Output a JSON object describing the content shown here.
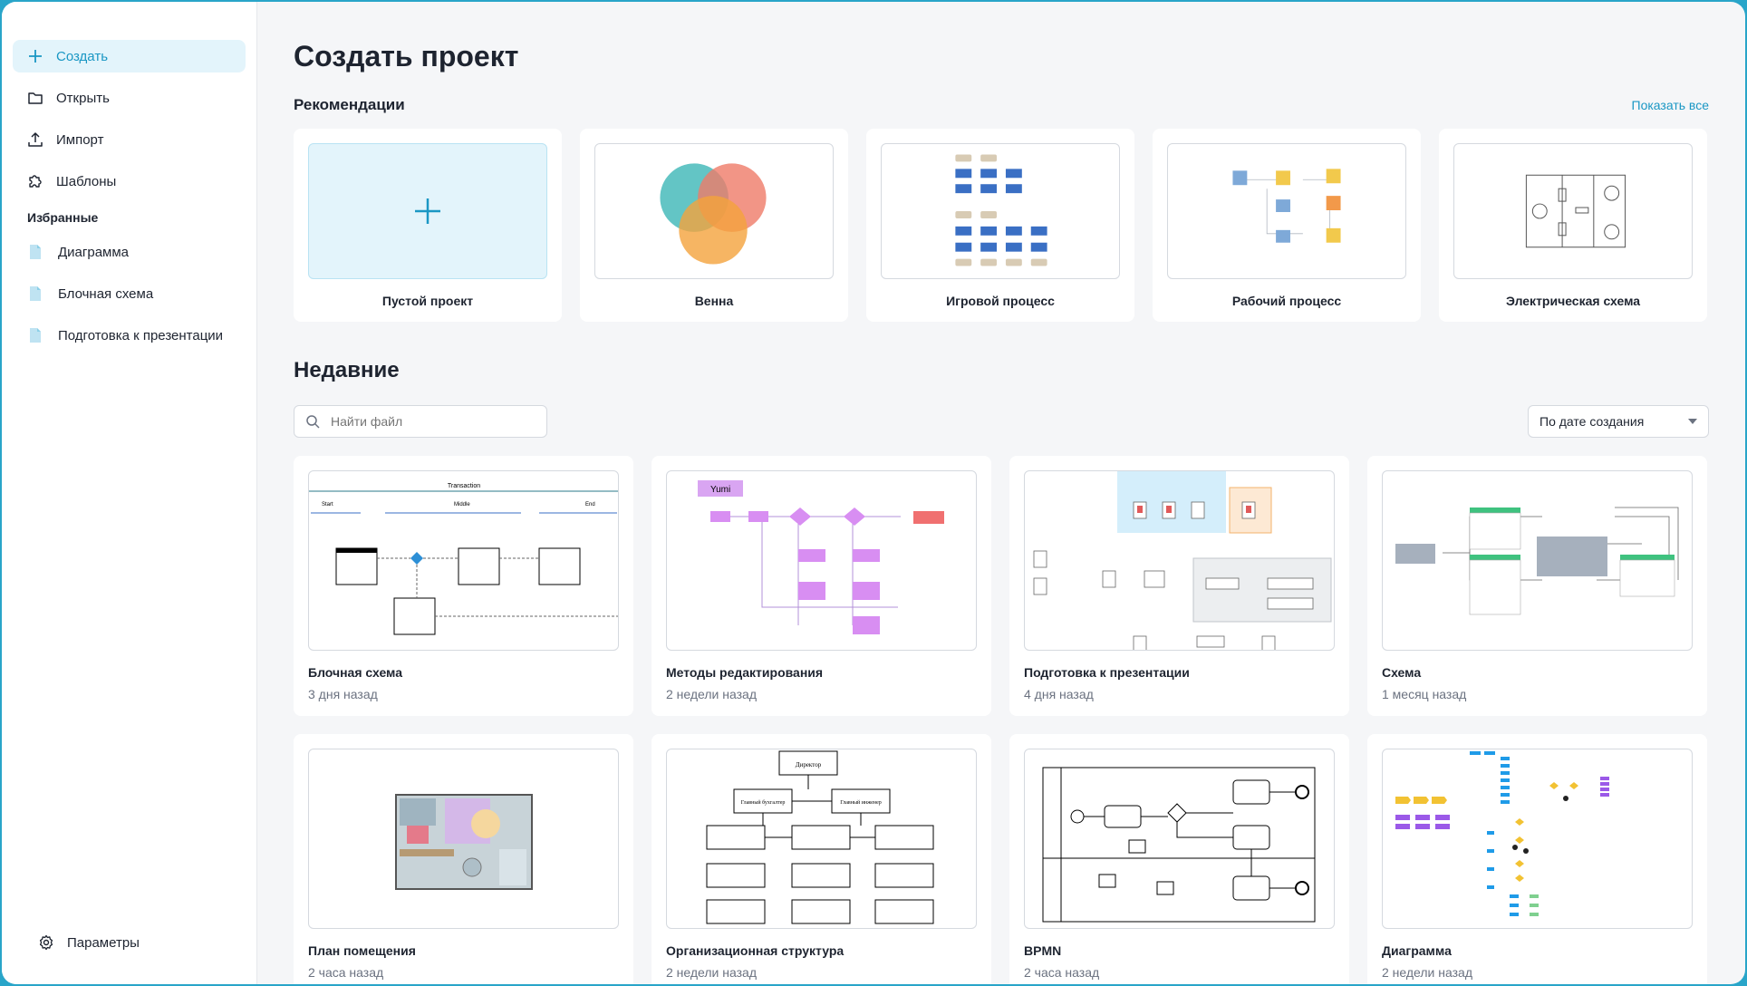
{
  "sidebar": {
    "nav": [
      {
        "label": "Создать",
        "icon": "plus-icon"
      },
      {
        "label": "Открыть",
        "icon": "folder-icon"
      },
      {
        "label": "Импорт",
        "icon": "upload-icon"
      },
      {
        "label": "Шаблоны",
        "icon": "puzzle-icon"
      }
    ],
    "favorites_title": "Избранные",
    "favorites": [
      {
        "label": "Диаграмма"
      },
      {
        "label": "Блочная схема"
      },
      {
        "label": "Подготовка к презентации"
      }
    ],
    "settings_label": "Параметры"
  },
  "main": {
    "title": "Создать проект",
    "recommendations_title": "Рекомендации",
    "show_all": "Показать все",
    "templates": [
      {
        "label": "Пустой проект"
      },
      {
        "label": "Венна"
      },
      {
        "label": "Игровой процесс"
      },
      {
        "label": "Рабочий процесс"
      },
      {
        "label": "Электрическая схема"
      }
    ],
    "recent_title": "Недавние",
    "search_placeholder": "Найти файл",
    "sort_label": "По дате создания",
    "recent": [
      {
        "name": "Блочная схема",
        "date": "3 дня назад"
      },
      {
        "name": "Методы редактирования",
        "date": "2 недели назад"
      },
      {
        "name": "Подготовка к презентации",
        "date": "4 дня назад"
      },
      {
        "name": "Схема",
        "date": "1 месяц назад"
      },
      {
        "name": "План помещения",
        "date": "2 часа назад"
      },
      {
        "name": "Организационная структура",
        "date": "2 недели назад"
      },
      {
        "name": "BPMN",
        "date": "2 часа назад"
      },
      {
        "name": "Диаграмма",
        "date": "2 недели назад"
      }
    ],
    "thumb_text": {
      "flow_transaction": "Transaction",
      "flow_start": "Start",
      "flow_middle": "Middle",
      "flow_end": "End",
      "methods_yumi": "Yumi",
      "org_director": "Директор",
      "org_chief_accountant": "Главный бухгалтер",
      "org_chief_engineer": "Главный инженер"
    }
  },
  "colors": {
    "accent": "#1a97c4",
    "frame": "#29a5c9",
    "active_bg": "#e3f4fb"
  }
}
